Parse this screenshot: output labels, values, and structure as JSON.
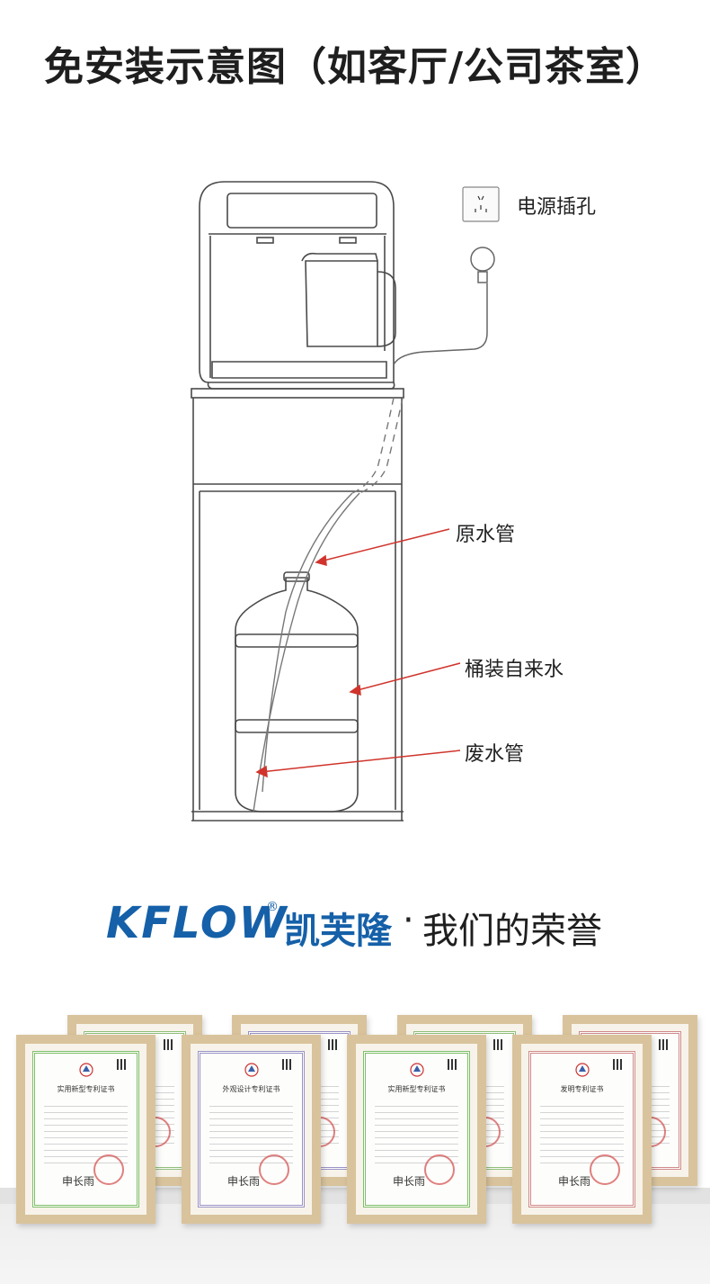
{
  "page": {
    "title": "免安装示意图（如客厅/公司茶室）"
  },
  "diagram": {
    "labels": {
      "power_socket": "电源插孔",
      "raw_water_pipe": "原水管",
      "bottled_tap_water": "桶装自来水",
      "waste_water_pipe": "废水管"
    },
    "arrow_color": "#d0342c"
  },
  "brand": {
    "logo": "KFLOW",
    "registered": "®",
    "name_cn": "凯芙隆",
    "separator": "·",
    "heading": "我们的荣誉",
    "brand_color": "#1560a8"
  },
  "certificates": {
    "back_row": [
      {
        "title": "",
        "border_color": "#8fbf7a"
      },
      {
        "title": "",
        "border_color": "#9a93c6"
      },
      {
        "title": "",
        "border_color": "#8fbf7a"
      },
      {
        "title": "",
        "border_color": "#d08a8a"
      }
    ],
    "front_row": [
      {
        "title": "实用新型专利证书",
        "border_color": "#7fbf6a",
        "sign": "申长雨"
      },
      {
        "title": "外观设计专利证书",
        "border_color": "#9a93c6",
        "sign": "申长雨"
      },
      {
        "title": "实用新型专利证书",
        "border_color": "#7fbf6a",
        "sign": "申长雨"
      },
      {
        "title": "发明专利证书",
        "border_color": "#d08a8a",
        "sign": "申长雨"
      }
    ]
  }
}
